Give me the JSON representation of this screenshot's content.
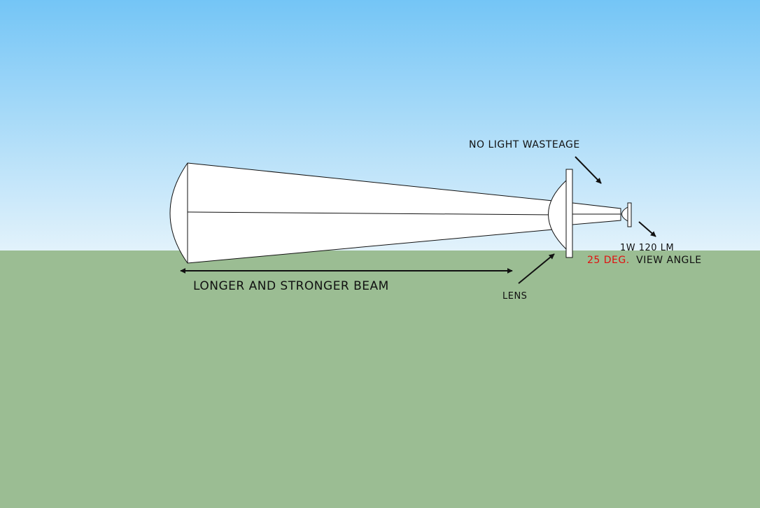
{
  "labels": {
    "no_light_wastage": "NO LIGHT WASTEAGE",
    "led_power": "1W 120 LM",
    "view_angle_value": "25 DEG.",
    "view_angle_text": "VIEW ANGLE",
    "beam": "LONGER AND STRONGER BEAM",
    "lens": "LENS"
  },
  "colors": {
    "sky_top": "#74c5f6",
    "sky_bottom": "#e2f2fb",
    "ground": "#9bbd93",
    "shape_fill": "#ffffff",
    "outline": "#111111",
    "view_angle_highlight": "#e01010"
  }
}
